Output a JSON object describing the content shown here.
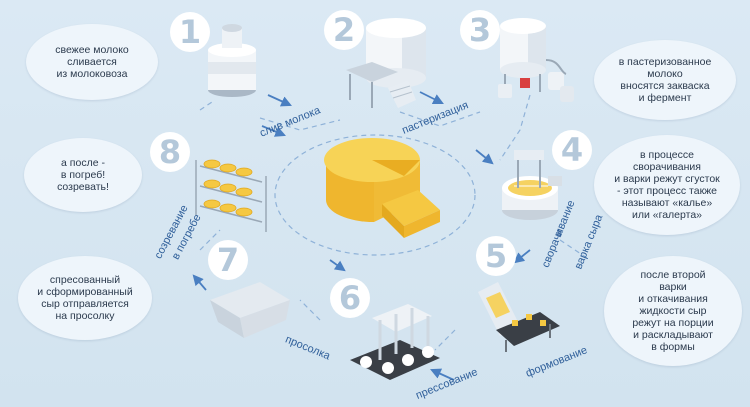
{
  "steps": [
    {
      "number": "1",
      "text": "свежее молоко сливается из молоковоза",
      "lines": [
        "свежее молоко",
        "сливается",
        "из молоковоза"
      ]
    },
    {
      "number": "2",
      "label": "пастеризация"
    },
    {
      "number": "3",
      "text": "в пастеризованное молоко вносятся закваска и фермент",
      "lines": [
        "в пастеризованное",
        "молоко",
        "вносятся закваска",
        "и фермент"
      ]
    },
    {
      "number": "4",
      "text": "в процессе сворачивания и варки режут сгусток - этот процесс также называют «калье» или «галерта»",
      "lines": [
        "в процессе",
        "сворачивания",
        "и варки режут сгусток",
        "- этот процесс также",
        "называют «калье»",
        "или «галерта»"
      ],
      "label_line1": "сворачивание",
      "label_line2": "и",
      "label_line3": "варка сыра"
    },
    {
      "number": "5",
      "text": "после второй варки и откачивания жидкости сыр режут на порции и раскладывают в формы",
      "lines": [
        "после второй",
        "варки",
        "и откачивания",
        "жидкости сыр",
        "режут на порции",
        "и раскладывают",
        "в формы"
      ],
      "label": "формование"
    },
    {
      "number": "6",
      "label": "прессование"
    },
    {
      "number": "7",
      "text": "спресованный и сформированный сыр отправляется на просолку",
      "lines": [
        "спресованный",
        "и сформированный",
        "сыр отправляется",
        "на просолку"
      ],
      "label": "просолка"
    },
    {
      "number": "8",
      "text": "а после - в погреб! созревать!",
      "lines": [
        "а после -",
        "в погреб!",
        "созревать!"
      ],
      "label_line1": "созревание",
      "label_line2": "в погребе"
    }
  ],
  "label_milk_drain": "слив молока",
  "colors": {
    "cheese": "#f5c842",
    "arrow": "#4a7fc1",
    "bubble": "#eef5fb",
    "number": "#b4c8da"
  }
}
